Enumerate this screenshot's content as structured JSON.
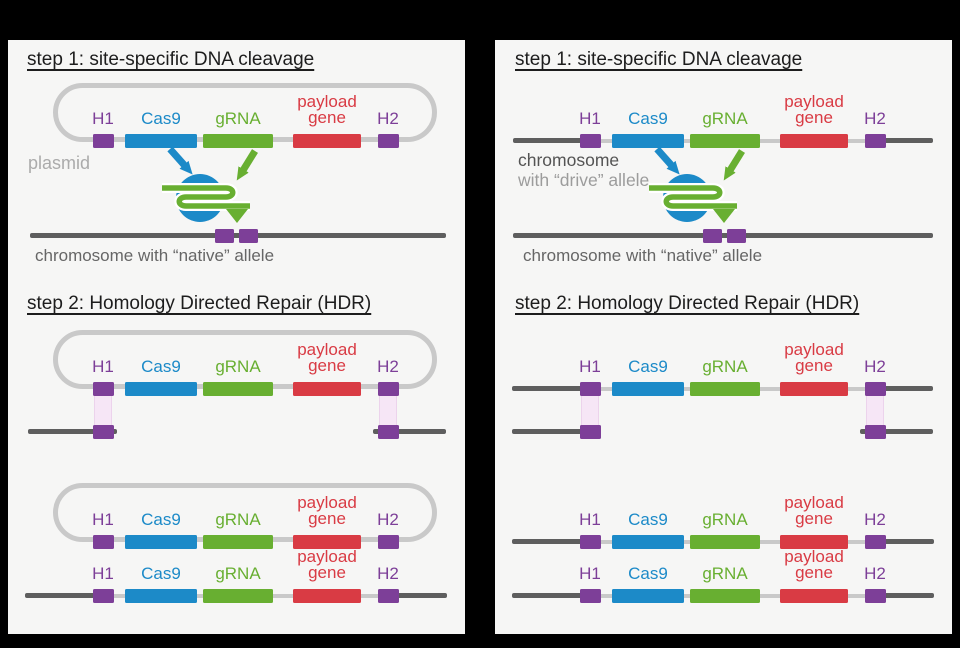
{
  "genes": {
    "h1": "H1",
    "cas9": "Cas9",
    "grna": "gRNA",
    "payload_line1": "payload",
    "payload_line2": "gene",
    "h2": "H2"
  },
  "left_panel": {
    "step1_title": "step 1: site-specific DNA cleavage",
    "step2_title": "step 2: Homology Directed Repair (HDR)",
    "plasmid_label": "plasmid",
    "native_allele_label": "chromosome with “native” allele"
  },
  "right_panel": {
    "step1_title": "step 1: site-specific DNA cleavage",
    "step2_title": "step 2: Homology Directed Repair (HDR)",
    "chromosome_label": "chromosome",
    "drive_allele_label": "with “drive” allele",
    "native_allele_label": "chromosome with “native” allele"
  },
  "icons": {
    "cas9_protein": "cas9-protein-icon",
    "blue_arrow": "cas9-arrow-icon",
    "green_arrow": "grna-arrow-icon",
    "cut_triangle": "cleavage-site-triangle-icon"
  },
  "colors": {
    "h1_h2_purple": "#7d3f98",
    "cas9_blue": "#1c8ac8",
    "grna_green": "#68af31",
    "payload_red": "#d93b44",
    "chromosome_dark_gray": "#5e5e5e",
    "plasmid_light_gray": "#c9c9c9",
    "homology_band_pink": "#f6e6f6",
    "panel_background": "#f6f6f5",
    "page_background": "#000000"
  }
}
